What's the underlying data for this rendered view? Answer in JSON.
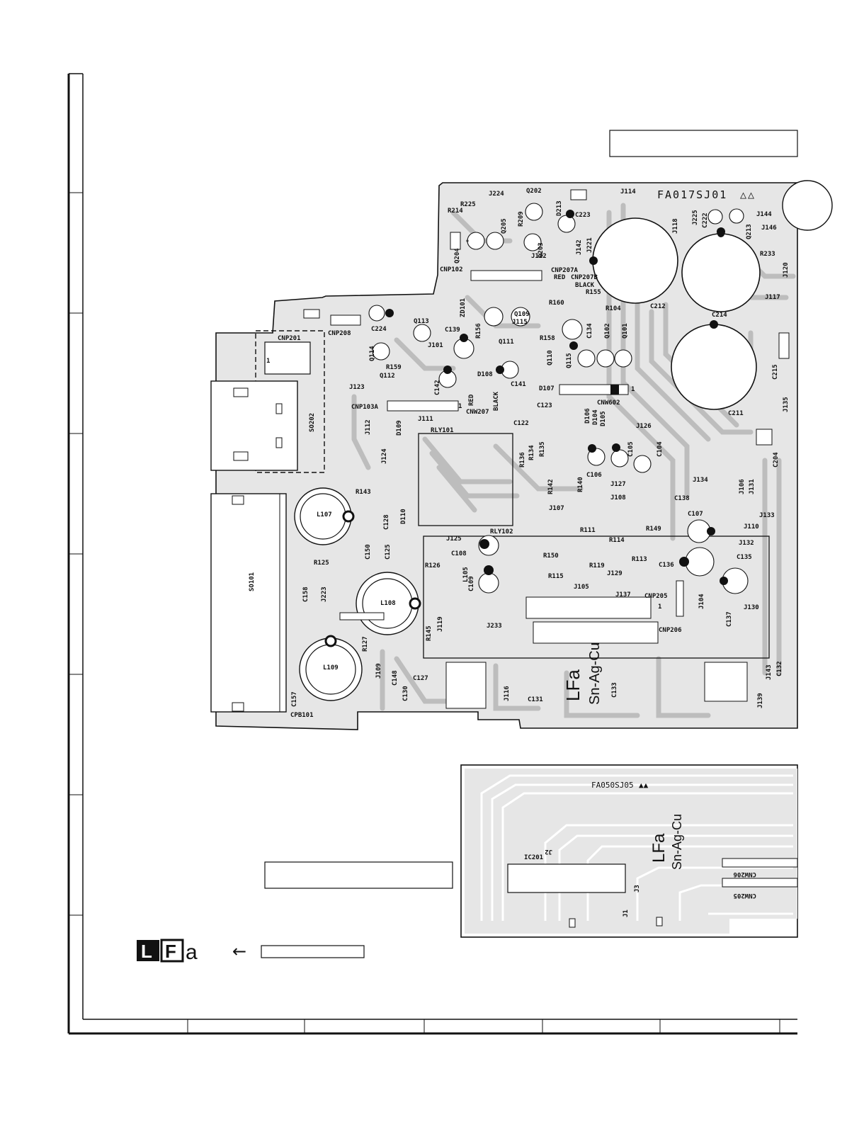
{
  "main_board": {
    "code": "FA017SJ01",
    "revision_marks": "△△",
    "solder_mark_top": "LFa",
    "solder_mark_bottom": "Sn-Ag-Cu",
    "labels": [
      {
        "id": "J224",
        "t": "J224"
      },
      {
        "id": "Q202",
        "t": "Q202"
      },
      {
        "id": "J114",
        "t": "J114"
      },
      {
        "id": "R225",
        "t": "R225"
      },
      {
        "id": "R214",
        "t": "R214"
      },
      {
        "id": "Q205",
        "t": "Q205"
      },
      {
        "id": "R209",
        "t": "R209"
      },
      {
        "id": "D213",
        "t": "D213"
      },
      {
        "id": "C223",
        "t": "C223"
      },
      {
        "id": "J118",
        "t": "J118"
      },
      {
        "id": "J225",
        "t": "J225"
      },
      {
        "id": "C222",
        "t": "C222"
      },
      {
        "id": "Q213",
        "t": "Q213"
      },
      {
        "id": "J144",
        "t": "J144"
      },
      {
        "id": "J146",
        "t": "J146"
      },
      {
        "id": "R233",
        "t": "R233"
      },
      {
        "id": "Q204",
        "t": "Q204"
      },
      {
        "id": "Q203",
        "t": "Q203"
      },
      {
        "id": "J142",
        "t": "J142"
      },
      {
        "id": "J221",
        "t": "J221"
      },
      {
        "id": "J122",
        "t": "J122"
      },
      {
        "id": "J120",
        "t": "J120"
      },
      {
        "id": "CNP102",
        "t": "CNP102"
      },
      {
        "id": "CNP207A",
        "t": "CNP207A"
      },
      {
        "id": "RED1",
        "t": "RED"
      },
      {
        "id": "CNP207B",
        "t": "CNP207B"
      },
      {
        "id": "BLACK1",
        "t": "BLACK"
      },
      {
        "id": "R155",
        "t": "R155"
      },
      {
        "id": "J117",
        "t": "J117"
      },
      {
        "id": "ZD101",
        "t": "ZD101"
      },
      {
        "id": "R160",
        "t": "R160"
      },
      {
        "id": "R104",
        "t": "R104"
      },
      {
        "id": "C212",
        "t": "C212"
      },
      {
        "id": "C214",
        "t": "C214"
      },
      {
        "id": "CNP208",
        "t": "CNP208"
      },
      {
        "id": "C224",
        "t": "C224"
      },
      {
        "id": "Q113",
        "t": "Q113"
      },
      {
        "id": "C139",
        "t": "C139"
      },
      {
        "id": "R156",
        "t": "R156"
      },
      {
        "id": "Q109",
        "t": "Q109"
      },
      {
        "id": "J115",
        "t": "J115"
      },
      {
        "id": "C134",
        "t": "C134"
      },
      {
        "id": "Q102",
        "t": "Q102"
      },
      {
        "id": "Q101",
        "t": "Q101"
      },
      {
        "id": "CNP201",
        "t": "CNP201"
      },
      {
        "id": "Q114",
        "t": "Q114"
      },
      {
        "id": "J101",
        "t": "J101"
      },
      {
        "id": "Q111",
        "t": "Q111"
      },
      {
        "id": "R158",
        "t": "R158"
      },
      {
        "id": "Q110",
        "t": "Q110"
      },
      {
        "id": "Q115",
        "t": "Q115"
      },
      {
        "id": "R159",
        "t": "R159"
      },
      {
        "id": "Q112",
        "t": "Q112"
      },
      {
        "id": "D108",
        "t": "D108"
      },
      {
        "id": "C141",
        "t": "C141"
      },
      {
        "id": "C215",
        "t": "C215"
      },
      {
        "id": "C142",
        "t": "C142"
      },
      {
        "id": "J123",
        "t": "J123"
      },
      {
        "id": "D107",
        "t": "D107"
      },
      {
        "id": "SO202",
        "t": "SO202"
      },
      {
        "id": "CNP103A",
        "t": "CNP103A"
      },
      {
        "id": "RED2",
        "t": "RED"
      },
      {
        "id": "BLACK2",
        "t": "BLACK"
      },
      {
        "id": "C123",
        "t": "C123"
      },
      {
        "id": "CNW602",
        "t": "CNW602"
      },
      {
        "id": "CNW207",
        "t": "CNW207"
      },
      {
        "id": "J135",
        "t": "J135"
      },
      {
        "id": "C211",
        "t": "C211"
      },
      {
        "id": "J111",
        "t": "J111"
      },
      {
        "id": "D106",
        "t": "D106"
      },
      {
        "id": "D104",
        "t": "D104"
      },
      {
        "id": "D105",
        "t": "D105"
      },
      {
        "id": "J112",
        "t": "J112"
      },
      {
        "id": "C122",
        "t": "C122"
      },
      {
        "id": "RLY101",
        "t": "RLY101"
      },
      {
        "id": "J126",
        "t": "J126"
      },
      {
        "id": "D109",
        "t": "D109"
      },
      {
        "id": "J124",
        "t": "J124"
      },
      {
        "id": "R136",
        "t": "R136"
      },
      {
        "id": "R134",
        "t": "R134"
      },
      {
        "id": "R135",
        "t": "R135"
      },
      {
        "id": "C105",
        "t": "C105"
      },
      {
        "id": "C104",
        "t": "C104"
      },
      {
        "id": "C204",
        "t": "C204"
      },
      {
        "id": "C106",
        "t": "C106"
      },
      {
        "id": "J134",
        "t": "J134"
      },
      {
        "id": "J106",
        "t": "J106"
      },
      {
        "id": "J131",
        "t": "J131"
      },
      {
        "id": "R142",
        "t": "R142"
      },
      {
        "id": "R140",
        "t": "R140"
      },
      {
        "id": "J127",
        "t": "J127"
      },
      {
        "id": "R143",
        "t": "R143"
      },
      {
        "id": "J108",
        "t": "J108"
      },
      {
        "id": "C138",
        "t": "C138"
      },
      {
        "id": "L107",
        "t": "L107"
      },
      {
        "id": "C128",
        "t": "C128"
      },
      {
        "id": "D110",
        "t": "D110"
      },
      {
        "id": "J107",
        "t": "J107"
      },
      {
        "id": "C107",
        "t": "C107"
      },
      {
        "id": "J133",
        "t": "J133"
      },
      {
        "id": "J110",
        "t": "J110"
      },
      {
        "id": "RLY102",
        "t": "RLY102"
      },
      {
        "id": "R111",
        "t": "R111"
      },
      {
        "id": "R149",
        "t": "R149"
      },
      {
        "id": "J125",
        "t": "J125"
      },
      {
        "id": "C150",
        "t": "C150"
      },
      {
        "id": "C125",
        "t": "C125"
      },
      {
        "id": "R114",
        "t": "R114"
      },
      {
        "id": "J132",
        "t": "J132"
      },
      {
        "id": "C108",
        "t": "C108"
      },
      {
        "id": "R125",
        "t": "R125"
      },
      {
        "id": "R150",
        "t": "R150"
      },
      {
        "id": "R113",
        "t": "R113"
      },
      {
        "id": "C136",
        "t": "C136"
      },
      {
        "id": "C135",
        "t": "C135"
      },
      {
        "id": "R126",
        "t": "R126"
      },
      {
        "id": "R119",
        "t": "R119"
      },
      {
        "id": "C109",
        "t": "C109"
      },
      {
        "id": "L105",
        "t": "L105"
      },
      {
        "id": "R115",
        "t": "R115"
      },
      {
        "id": "J129",
        "t": "J129"
      },
      {
        "id": "SO101",
        "t": "SO101"
      },
      {
        "id": "C158",
        "t": "C158"
      },
      {
        "id": "J223",
        "t": "J223"
      },
      {
        "id": "J105",
        "t": "J105"
      },
      {
        "id": "J137",
        "t": "J137"
      },
      {
        "id": "CNP205",
        "t": "CNP205"
      },
      {
        "id": "J104",
        "t": "J104"
      },
      {
        "id": "L108",
        "t": "L108"
      },
      {
        "id": "C137",
        "t": "C137"
      },
      {
        "id": "J130",
        "t": "J130"
      },
      {
        "id": "R145",
        "t": "R145"
      },
      {
        "id": "J119",
        "t": "J119"
      },
      {
        "id": "J233",
        "t": "J233"
      },
      {
        "id": "CNP206",
        "t": "CNP206"
      },
      {
        "id": "R127",
        "t": "R127"
      },
      {
        "id": "L109",
        "t": "L109"
      },
      {
        "id": "J109",
        "t": "J109"
      },
      {
        "id": "C148",
        "t": "C148"
      },
      {
        "id": "C127",
        "t": "C127"
      },
      {
        "id": "C130",
        "t": "C130"
      },
      {
        "id": "J116",
        "t": "J116"
      },
      {
        "id": "C133",
        "t": "C133"
      },
      {
        "id": "J143",
        "t": "J143"
      },
      {
        "id": "C132",
        "t": "C132"
      },
      {
        "id": "C157",
        "t": "C157"
      },
      {
        "id": "CPB101",
        "t": "CPB101"
      },
      {
        "id": "C131",
        "t": "C131"
      },
      {
        "id": "J139",
        "t": "J139"
      },
      {
        "id": "ONE1",
        "t": "1"
      },
      {
        "id": "ONE2",
        "t": "1"
      },
      {
        "id": "ONE3",
        "t": "1"
      },
      {
        "id": "ONE4",
        "t": "1"
      }
    ]
  },
  "sub_board": {
    "code": "FA050SJ05",
    "revision_marks": "▲▲",
    "solder_mark_top": "LFa",
    "solder_mark_bottom": "Sn-Ag-Cu",
    "labels": [
      {
        "id": "IC201",
        "t": "IC201"
      },
      {
        "id": "J2",
        "t": "J2"
      },
      {
        "id": "J3",
        "t": "J3"
      },
      {
        "id": "J1",
        "t": "J1"
      },
      {
        "id": "CNW206",
        "t": "CNW206"
      },
      {
        "id": "CNW205",
        "t": "CNW205"
      }
    ]
  },
  "legend": {
    "logo_letter1": "L",
    "logo_letter2": "F",
    "logo_letter3": "a",
    "arrow": "←"
  }
}
